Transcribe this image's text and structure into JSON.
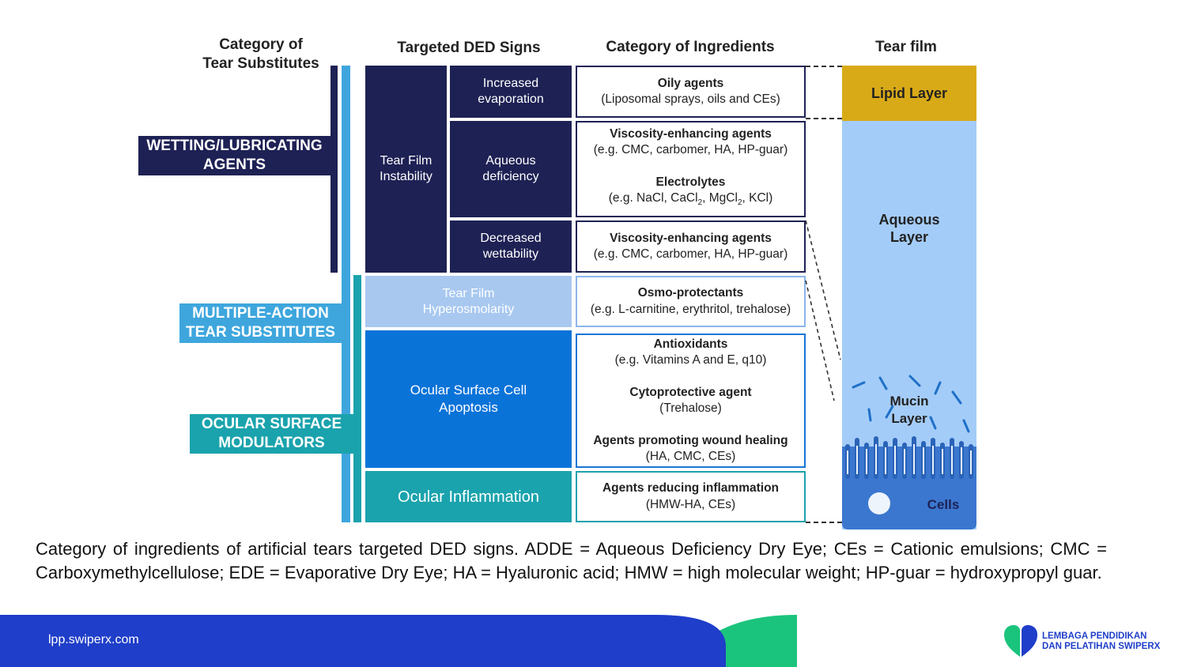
{
  "headers": {
    "category_substitutes": "Category of\nTear Substitutes",
    "targeted_signs": "Targeted DED Signs",
    "category_ingredients": "Category of Ingredients",
    "tear_film": "Tear film"
  },
  "categories": {
    "wetting": "WETTING/LUBRICATING\nAGENTS",
    "multiple": "MULTIPLE-ACTION\nTEAR SUBSTITUTES",
    "ocular": "OCULAR SURFACE\nMODULATORS"
  },
  "signs": {
    "tear_film_instability": "Tear Film\nInstability",
    "increased_evaporation": "Increased\nevaporation",
    "aqueous_deficiency": "Aqueous\ndeficiency",
    "decreased_wettability": "Decreased\nwettability",
    "hyperosmolarity": "Tear Film\nHyperosmolarity",
    "apoptosis": "Ocular Surface Cell\nApoptosis",
    "inflammation": "Ocular Inflammation"
  },
  "ingredients": {
    "oily_title": "Oily agents",
    "oily_desc": "(Liposomal sprays, oils and CEs)",
    "visc1_title": "Viscosity-enhancing agents",
    "visc1_desc": "(e.g. CMC, carbomer, HA, HP-guar)",
    "electro_title": "Electrolytes",
    "electro_desc_a": "(e.g. NaCl, CaCl",
    "electro_desc_b": ", MgCl",
    "electro_desc_c": ", KCl)",
    "electro_sub": "2",
    "visc2_title": "Viscosity-enhancing agents",
    "visc2_desc": "(e.g. CMC, carbomer, HA, HP-guar)",
    "osmo_title": "Osmo-protectants",
    "osmo_desc": "(e.g. L-carnitine, erythritol, trehalose)",
    "antiox_title": "Antioxidants",
    "antiox_desc": "(e.g. Vitamins A and E, q10)",
    "cyto_title": "Cytoprotective agent",
    "cyto_desc": "(Trehalose)",
    "wound_title": "Agents promoting wound healing",
    "wound_desc": "(HA, CMC, CEs)",
    "inflam_title": "Agents reducing inflammation",
    "inflam_desc": "(HMW-HA, CEs)"
  },
  "tear_film_layers": {
    "lipid": "Lipid Layer",
    "aqueous": "Aqueous\nLayer",
    "mucin": "Mucin\nLayer",
    "cells": "Cells"
  },
  "caption": "Category of ingredients of artificial tears targeted DED signs. ADDE = Aqueous Deficiency Dry Eye; CEs = Cationic emulsions; CMC = Carboxymethylcellulose; EDE = Evaporative Dry Eye; HA = Hyaluronic acid; HMW = high molecular weight; HP-guar = hydroxypropyl guar.",
  "footer": {
    "url": "lpp.swiperx.com",
    "logo_line1": "LEMBAGA PENDIDIKAN",
    "logo_line2": "DAN PELATIHAN SWIPERX"
  },
  "colors": {
    "navy": "#1e2154",
    "light_blue": "#a8c8f0",
    "mid_blue": "#0a73d8",
    "teal": "#1aa3ad",
    "lipid": "#d9aa17",
    "aqueous": "#a4ccf8",
    "cells": "#3b77cf",
    "footer_blue": "#1f3ec9",
    "footer_green": "#1bc47d"
  }
}
